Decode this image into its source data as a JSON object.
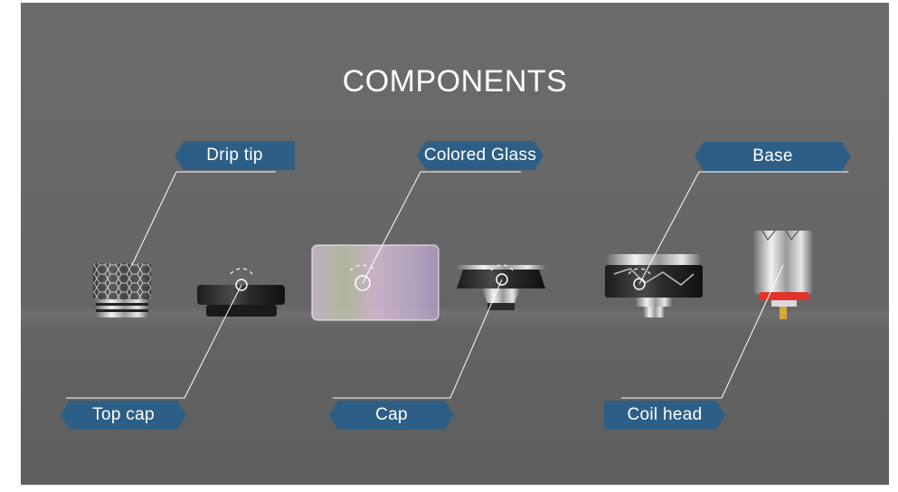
{
  "heading": {
    "title": "COMPONENTS"
  },
  "labels": {
    "drip_tip": "Drip tip",
    "colored_glass": "Colored Glass",
    "base": "Base",
    "top_cap": "Top cap",
    "cap": "Cap",
    "coil_head": "Coil head"
  },
  "colors": {
    "background": "#666666",
    "label_fill": "#2d5f86",
    "text": "#ffffff",
    "coil_ring": "#e0342c"
  },
  "icons": [
    "drip-tip-icon",
    "top-cap-icon",
    "glass-tube-icon",
    "cap-icon",
    "base-icon",
    "coil-head-icon"
  ]
}
